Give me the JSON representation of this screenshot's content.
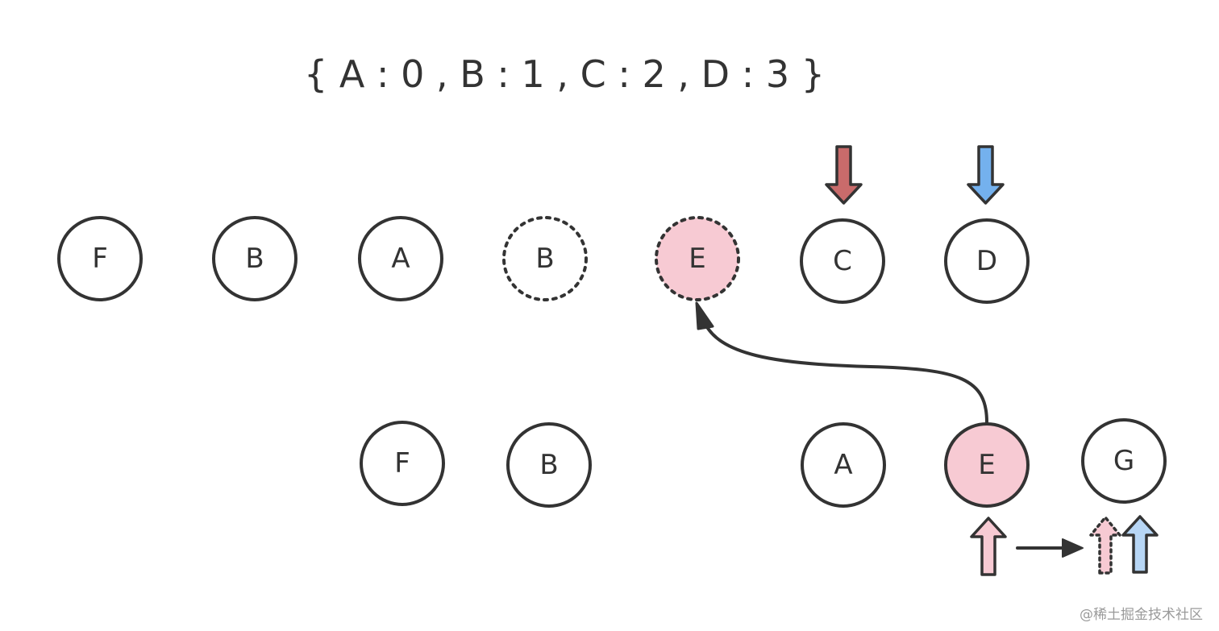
{
  "map_text": "{ A : 0 , B : 1 , C : 2 , D : 3 }",
  "watermark": "@稀土掘金技术社区",
  "colors": {
    "stroke": "#333333",
    "highlight_fill": "#f7cad3",
    "red_arrow": "#c96b6b",
    "blue_arrow": "#74b1ee",
    "pink_arrow": "#f7cad3",
    "light_blue_arrow": "#b7d6f5"
  },
  "old_row": [
    {
      "label": "F",
      "style": "solid"
    },
    {
      "label": "B",
      "style": "solid"
    },
    {
      "label": "A",
      "style": "solid"
    },
    {
      "label": "B",
      "style": "dotted"
    },
    {
      "label": "E",
      "style": "dotted-highlight"
    },
    {
      "label": "C",
      "style": "solid"
    },
    {
      "label": "D",
      "style": "solid"
    }
  ],
  "new_row": [
    {
      "label": "F",
      "style": "solid"
    },
    {
      "label": "B",
      "style": "solid"
    },
    {
      "label": "A",
      "style": "solid"
    },
    {
      "label": "E",
      "style": "highlight"
    },
    {
      "label": "G",
      "style": "solid"
    }
  ],
  "pointers": {
    "old_start": {
      "color": "red",
      "target": "C"
    },
    "old_end": {
      "color": "blue",
      "target": "D"
    },
    "new_start_from": {
      "color": "pink",
      "target": "E"
    },
    "new_start_to": {
      "color": "pink-dotted",
      "target": "G"
    },
    "new_end": {
      "color": "light-blue",
      "target": "G"
    }
  }
}
